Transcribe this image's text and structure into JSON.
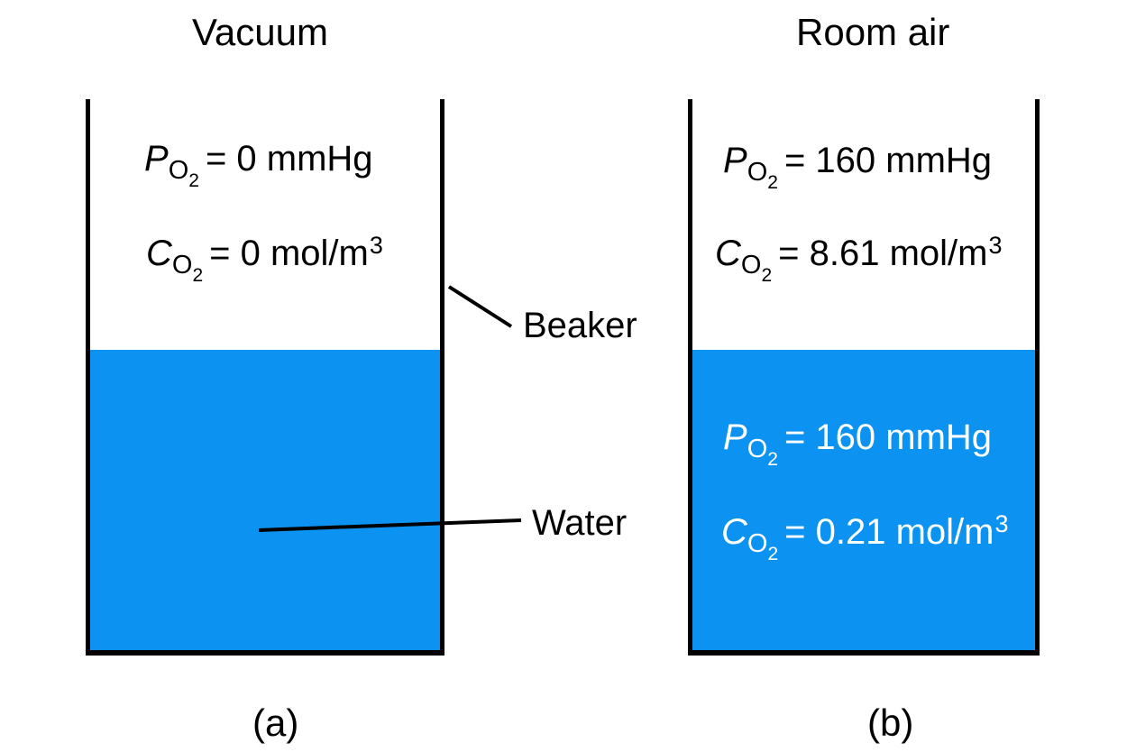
{
  "figure": {
    "panel_a": {
      "title": "Vacuum",
      "caption": "(a)",
      "gas": {
        "p_line": {
          "sym": "P",
          "sub": "O",
          "subsub": "2",
          "eq": "= 0 mmHg"
        },
        "c_line": {
          "sym": "C",
          "sub": "O",
          "subsub": "2",
          "eq": "= 0 mol/m",
          "sup": "3"
        }
      }
    },
    "panel_b": {
      "title": "Room air",
      "caption": "(b)",
      "gas": {
        "p_line": {
          "sym": "P",
          "sub": "O",
          "subsub": "2",
          "eq": "= 160 mmHg"
        },
        "c_line": {
          "sym": "C",
          "sub": "O",
          "subsub": "2",
          "eq": "= 8.61 mol/m",
          "sup": "3"
        }
      },
      "water": {
        "p_line": {
          "sym": "P",
          "sub": "O",
          "subsub": "2",
          "eq": "= 160 mmHg"
        },
        "c_line": {
          "sym": "C",
          "sub": "O",
          "subsub": "2",
          "eq": "= 0.21 mol/m",
          "sup": "3"
        }
      }
    },
    "annotations": {
      "beaker_label": "Beaker",
      "water_label": "Water"
    },
    "colors": {
      "water_fill": "#0C93F2",
      "outline": "#000000",
      "water_text": "#FFFFFF"
    }
  }
}
